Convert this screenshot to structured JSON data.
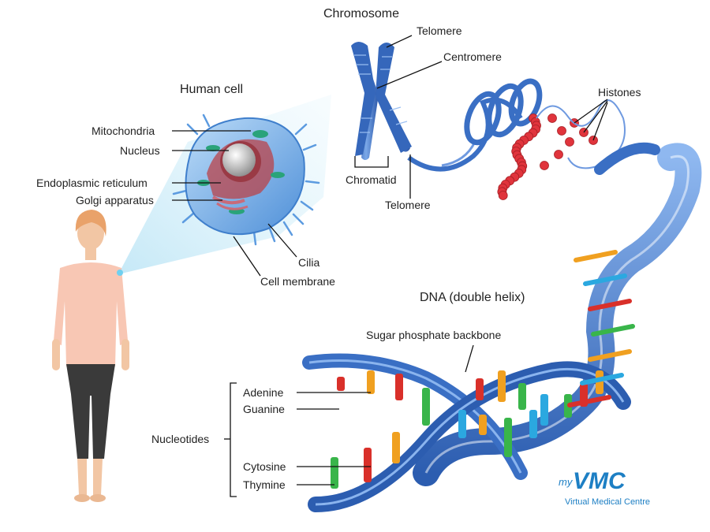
{
  "labels": {
    "chromosome": "Chromosome",
    "telomere_top": "Telomere",
    "centromere": "Centromere",
    "histones": "Histones",
    "human_cell": "Human cell",
    "mitochondria": "Mitochondria",
    "nucleus": "Nucleus",
    "endoplasmic_reticulum": "Endoplasmic reticulum",
    "golgi_apparatus": "Golgi apparatus",
    "chromatid": "Chromatid",
    "telomere_bottom": "Telomere",
    "cilia": "Cilia",
    "cell_membrane": "Cell membrane",
    "dna_title": "DNA (double helix)",
    "sugar_phosphate_backbone": "Sugar phosphate backbone",
    "adenine": "Adenine",
    "guanine": "Guanine",
    "nucleotides": "Nucleotides",
    "cytosine": "Cytosine",
    "thymine": "Thymine"
  },
  "logo": {
    "my": "my",
    "vmc": "VMC",
    "subtitle": "Virtual Medical Centre"
  },
  "colors": {
    "dna_blue": "#3a6fc4",
    "adenine": "#f0a020",
    "guanine": "#2ba8e0",
    "cytosine": "#d9302a",
    "thymine": "#39b54a",
    "histone_red": "#e0343c",
    "cell_blue": "#7fb6ea",
    "brand": "#1d7fc4"
  }
}
